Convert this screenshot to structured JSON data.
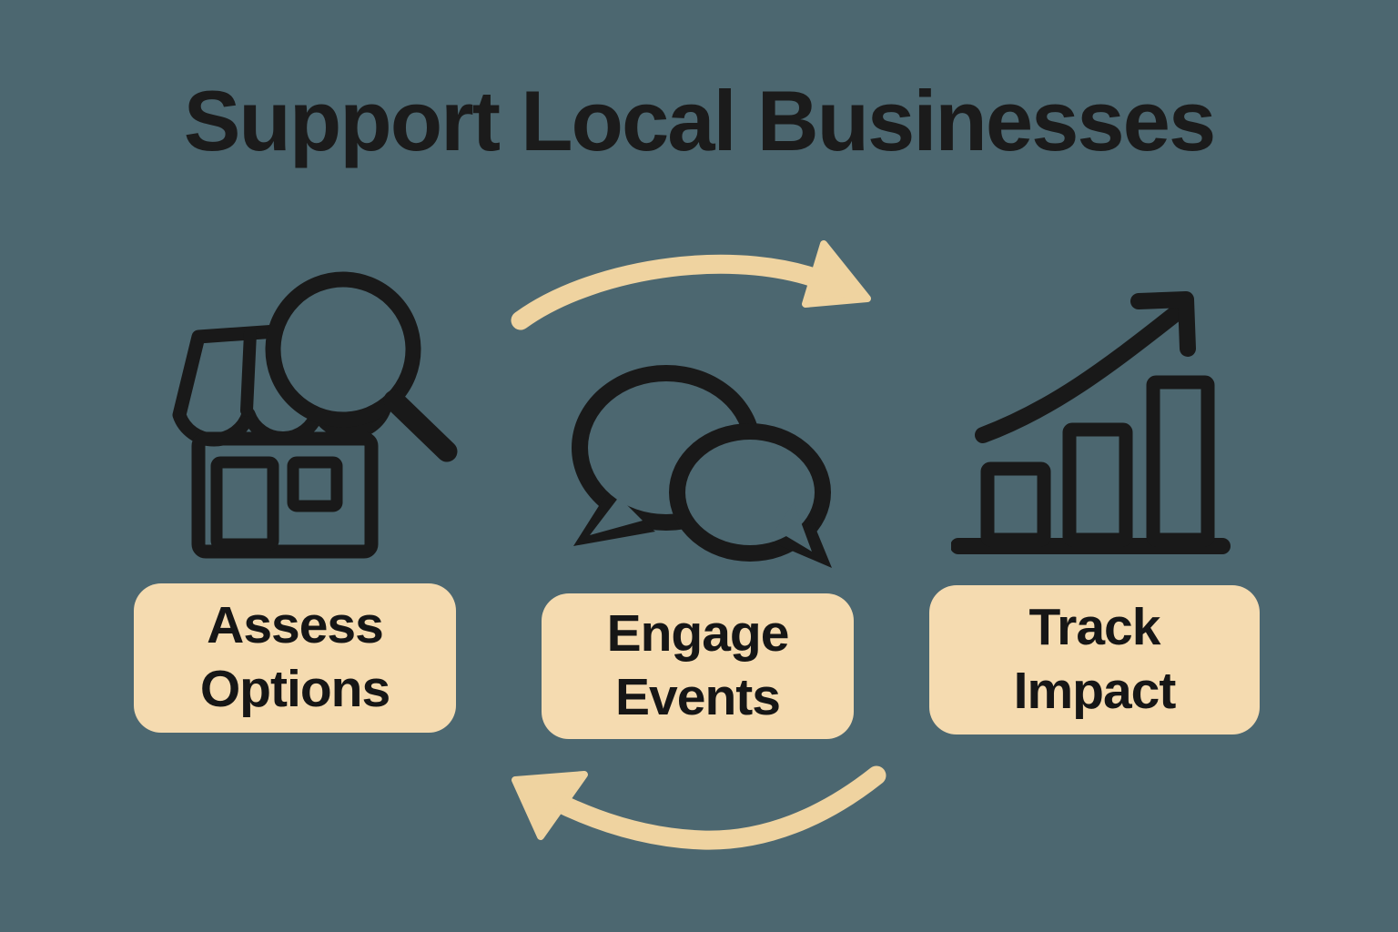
{
  "title": "Support Local Businesses",
  "steps": [
    {
      "id": "assess",
      "label": "Assess\nOptions",
      "icon": "storefront-search-icon"
    },
    {
      "id": "engage",
      "label": "Engage\nEvents",
      "icon": "chat-bubbles-icon"
    },
    {
      "id": "track",
      "label": "Track\nImpact",
      "icon": "growth-bar-chart-icon"
    }
  ],
  "cycle": {
    "top_arrow": "cycle-arrow-forward",
    "bottom_arrow": "cycle-arrow-return"
  },
  "colors": {
    "background": "#4c6770",
    "label_box": "#f5dbb0",
    "arrow": "#efd3a0",
    "icon_stroke": "#191919",
    "title_text": "#1b1b1b",
    "label_text": "#161616"
  }
}
